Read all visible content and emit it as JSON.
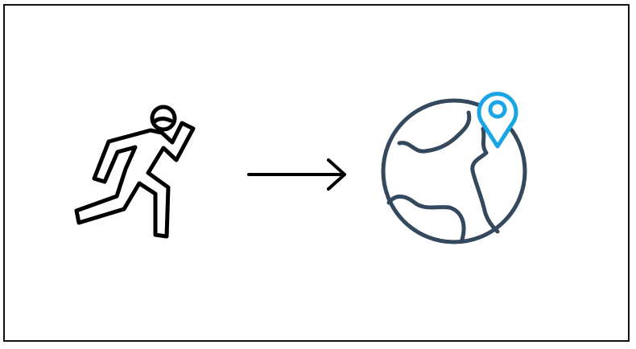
{
  "diagram": {
    "nodes": [
      {
        "id": "runner",
        "icon": "running-person-icon"
      },
      {
        "id": "globe",
        "icon": "globe-location-icon"
      }
    ],
    "edges": [
      {
        "from": "runner",
        "to": "globe",
        "icon": "arrow-right-icon"
      }
    ]
  },
  "colors": {
    "frame": "#111111",
    "runner": "#000000",
    "arrow": "#000000",
    "globe": "#34495e",
    "pin": "#1aa5e6"
  }
}
